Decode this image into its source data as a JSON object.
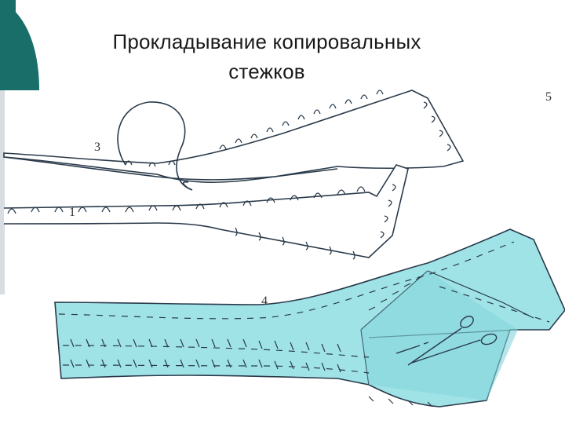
{
  "slide": {
    "title_line1": "Прокладывание копировальных",
    "title_line2": "стежков",
    "accent_color": "#1a6e6a"
  },
  "figure": {
    "labels": {
      "one": "1",
      "three": "3",
      "four": "4",
      "five": "5"
    },
    "fabric_color": "#9fe3e6",
    "line_color": "#2a3a4a"
  }
}
